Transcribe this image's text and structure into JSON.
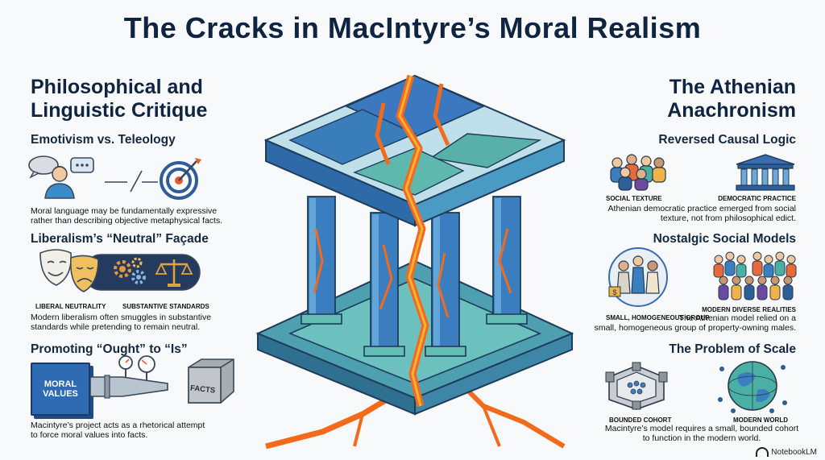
{
  "title": "The Cracks in MacIntyre’s Moral Realism",
  "left": {
    "heading_line1": "Philosophical and",
    "heading_line2": "Linguistic Critique",
    "sections": [
      {
        "subtitle": "Emotivism vs. Teleology",
        "caption_line1": "Moral language may be fundamentally expressive",
        "caption_line2": "rather than describing objective metaphysical facts."
      },
      {
        "subtitle": "Liberalism’s “Neutral” Façade",
        "label_left": "LIBERAL NEUTRALITY",
        "label_right": "SUBSTANTIVE STANDARDS",
        "caption_line1": "Modern liberalism often smuggles in substantive",
        "caption_line2": "standards while pretending to remain neutral."
      },
      {
        "subtitle": "Promoting “Ought” to “Is”",
        "box_text_line1": "MORAL",
        "box_text_line2": "VALUES",
        "cube_text": "FACTS",
        "caption_line1": "Macintyre’s project acts as a rhetorical attempt",
        "caption_line2": "to force moral values into facts."
      }
    ]
  },
  "right": {
    "heading_line1": "The Athenian",
    "heading_line2": "Anachronism",
    "sections": [
      {
        "subtitle": "Reversed Causal Logic",
        "label_left": "SOCIAL TEXTURE",
        "label_right": "DEMOCRATIC PRACTICE",
        "caption_line1": "Athenian democratic practice emerged from social",
        "caption_line2": "texture, not from philosophical edict."
      },
      {
        "subtitle": "Nostalgic Social Models",
        "label_left": "SMALL, HOMOGENEOUS GROUP",
        "label_right": "MODERN DIVERSE REALITIES",
        "caption_line1": "The Athenian model relied on a",
        "caption_line2": "small, homogeneous group of property-owning males."
      },
      {
        "subtitle": "The Problem of Scale",
        "label_left": "BOUNDED COHORT",
        "label_right": "MODERN WORLD",
        "caption_line1": "Macintyre’s model requires a small, bounded cohort",
        "caption_line2": "to function in the modern world."
      }
    ]
  },
  "footer": {
    "brand": "NotebookLM"
  },
  "icons": {
    "person": "person-icon",
    "chat": "speech-bubble-icon",
    "target": "target-icon",
    "masks": "theater-masks-icon",
    "gears": "gears-icon",
    "scales": "scales-icon",
    "pipe": "pressure-pipe-icon",
    "cube": "stone-cube-icon",
    "crowd": "crowd-icon",
    "temple": "greek-temple-icon",
    "citizens": "citizens-icon",
    "fortress": "fortress-icon",
    "globe": "globe-icon",
    "structure": "cracked-temple-icon"
  },
  "colors": {
    "title": "#0f2440",
    "crack": "#f26b1d",
    "crack_light": "#fbb03b",
    "stone_blue": "#3a79b8",
    "stone_teal": "#5ab6ad",
    "stone_light": "#cfe6ea"
  }
}
